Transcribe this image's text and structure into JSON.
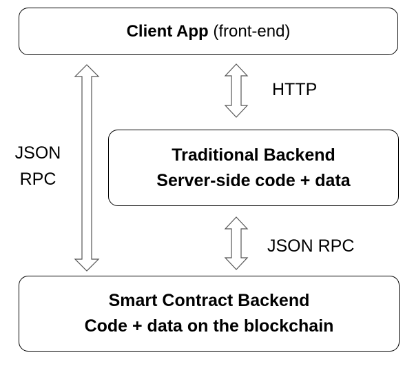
{
  "client_box": {
    "title_bold": "Client App",
    "title_rest": "(front-end)"
  },
  "traditional_backend": {
    "line1": "Traditional Backend",
    "line2": "Server-side code + data"
  },
  "smart_contract_backend": {
    "line1": "Smart Contract Backend",
    "line2": "Code + data on the blockchain"
  },
  "connections": {
    "client_to_backend": "HTTP",
    "backend_to_contract": "JSON RPC",
    "client_to_contract_line1": "JSON",
    "client_to_contract_line2": "RPC"
  }
}
